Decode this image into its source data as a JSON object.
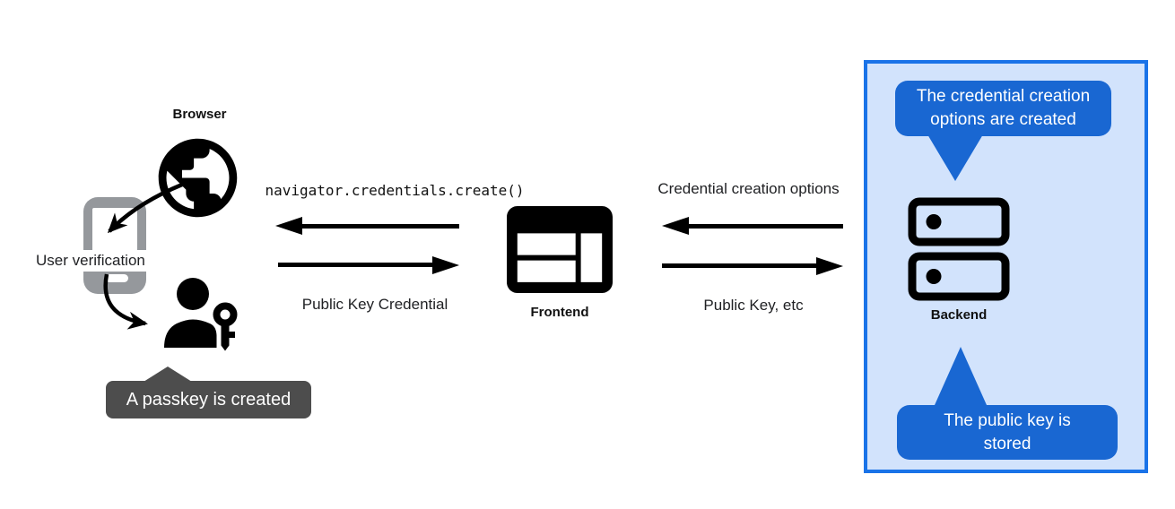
{
  "labels": {
    "browser": "Browser",
    "frontend": "Frontend",
    "backend": "Backend",
    "user_verification": "User verification"
  },
  "flow_labels": {
    "create_call": "navigator.credentials.create()",
    "public_key_credential": "Public Key Credential",
    "credential_creation_options": "Credential creation options",
    "public_key_etc": "Public Key, etc"
  },
  "callouts": {
    "passkey_created": "A passkey is created",
    "credential_options_created": "The credential creation options are created",
    "public_key_stored": "The public key is stored"
  },
  "icons": {
    "globe-icon": "black globe with continents (browser)",
    "smartphone-icon": "gray smartphone outline with home bar",
    "passkey-person-icon": "black person silhouette with key",
    "frontend-window-icon": "black browser window with header, two rows and side column",
    "backend-server-icon": "two stacked server units with indicator dots",
    "arrow-left-icon": "solid black arrow pointing left",
    "arrow-right-icon": "solid black arrow pointing right",
    "curved-arrow-icon": "curved black arrow with barbed head"
  },
  "colors": {
    "callout_blue": "#1967d2",
    "box_border_blue": "#1a73e8",
    "box_background_blue": "#d2e3fc",
    "tooltip_gray": "#4d4d4d",
    "phone_gray": "#95989c",
    "icon_black": "#000000",
    "text_dark": "#202124",
    "callout_text": "#ffffff"
  }
}
